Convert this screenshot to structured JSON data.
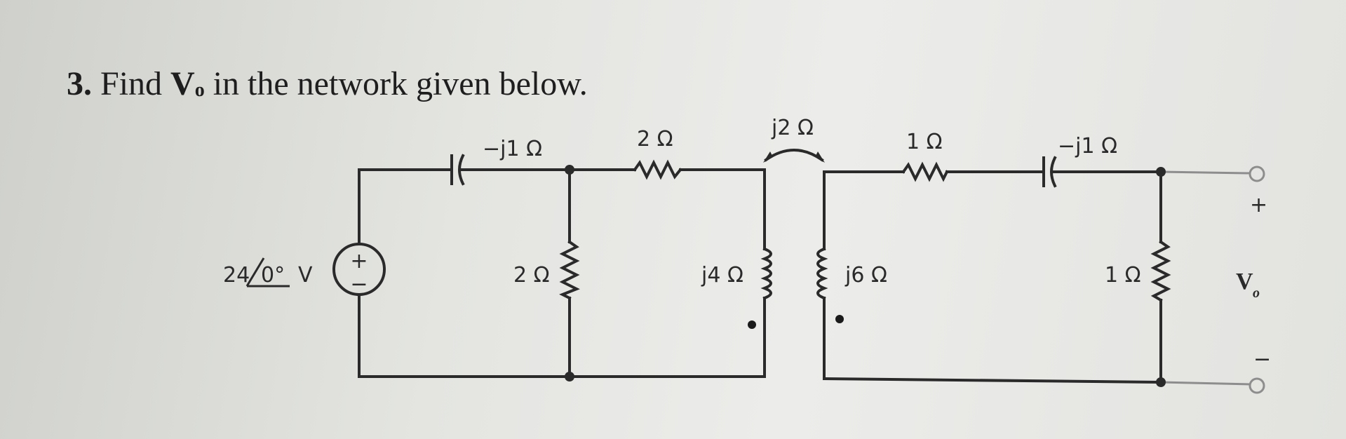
{
  "question": {
    "number": "3.",
    "text_before": "Find",
    "variable": "V",
    "variable_sub": "o",
    "text_after": "in the network given below."
  },
  "circuit": {
    "source_label": "24/0° V",
    "source_magnitude": "24",
    "source_angle": "0°",
    "source_unit": "V",
    "source_polarity_plus": "+",
    "source_polarity_minus": "−",
    "cap1_label": "−j1 Ω",
    "res_shunt1_label": "2 Ω",
    "res_series1_label": "2 Ω",
    "coupling_label": "j2 Ω",
    "inductor1_label": "j4 Ω",
    "inductor2_label": "j6 Ω",
    "res_series2_label": "1 Ω",
    "cap2_label": "−j1 Ω",
    "res_load_label": "1 Ω",
    "output_plus": "+",
    "output_minus": "−",
    "output_var": "V",
    "output_var_sub": "o"
  }
}
